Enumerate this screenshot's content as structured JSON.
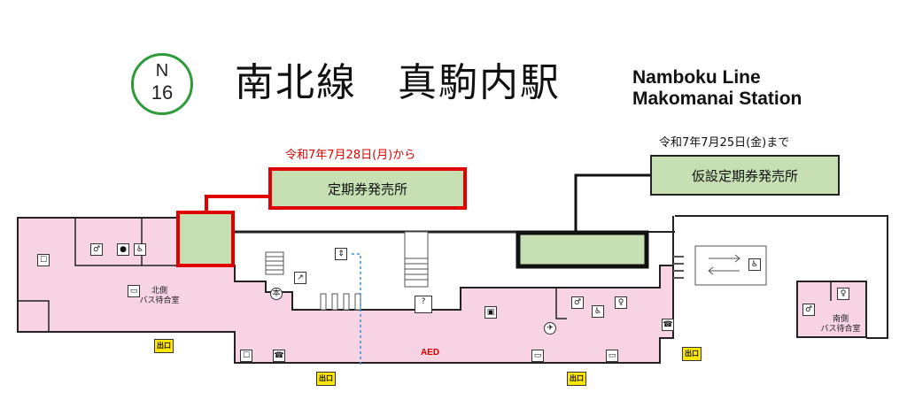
{
  "badge": {
    "line": "N",
    "number": "16"
  },
  "title": {
    "ja": "南北線　真駒内駅",
    "en_line1": "Namboku Line",
    "en_line2": "Makomanai Station"
  },
  "notices": {
    "new_office_date": "令和7年7月28日(月)から",
    "new_office_label": "定期券発売所",
    "temp_office_date": "令和7年7月25日(金)まで",
    "temp_office_label": "仮設定期券発売所"
  },
  "rooms": {
    "north_waiting": "北側\nバス待合室",
    "south_waiting": "南側\nバス待合室"
  },
  "exits": [
    "出口",
    "出口",
    "出口",
    "出口"
  ],
  "aed": "AED",
  "icons": [
    "restroom-icon",
    "baby-room-icon",
    "accessible-restroom-icon",
    "elevator-icon",
    "escalator-icon",
    "taxi-icon",
    "phone-icon",
    "ticket-machine-icon",
    "information-icon",
    "bus-icon",
    "stairs-icon",
    "coin-locker-icon"
  ],
  "colors": {
    "concourse": "#f7d3e3",
    "office": "#c6e0b4",
    "new_office_border": "#e00000",
    "badge": "#2e9b3a",
    "exit": "#ffe600"
  }
}
